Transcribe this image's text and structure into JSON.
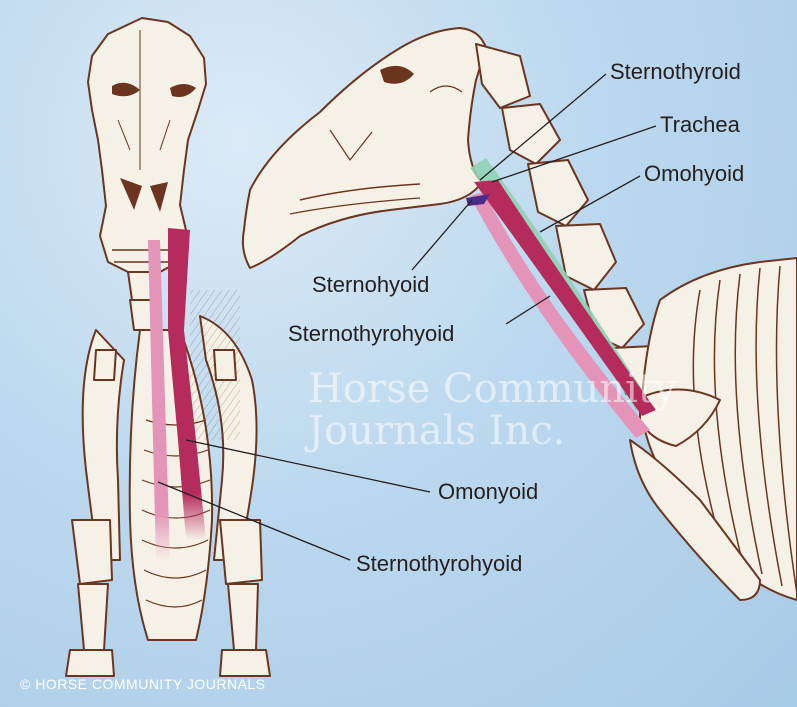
{
  "labels": {
    "sternothyroid": "Sternothyroid",
    "trachea": "Trachea",
    "omohyoid": "Omohyoid",
    "sternohyoid": "Sternohyoid",
    "sternothyrohyoid_side": "Sternothyrohyoid",
    "omonyoid": "Omonyoid",
    "sternothyrohyoid_front": "Sternothyrohyoid"
  },
  "watermark": {
    "line1": "Horse Community",
    "line2": "Journals Inc."
  },
  "copyright": "© HORSE COMMUNITY JOURNALS",
  "colors": {
    "background": "#b6d4ec",
    "bone_fill": "#f6f1e6",
    "bone_outline": "#6b3520",
    "omohyoid_muscle": "#b52b5c",
    "sternothyrohyoid_muscle": "#e394b8",
    "trachea": "#8fd1b4",
    "sternohyoid": "#4b2a8a"
  }
}
